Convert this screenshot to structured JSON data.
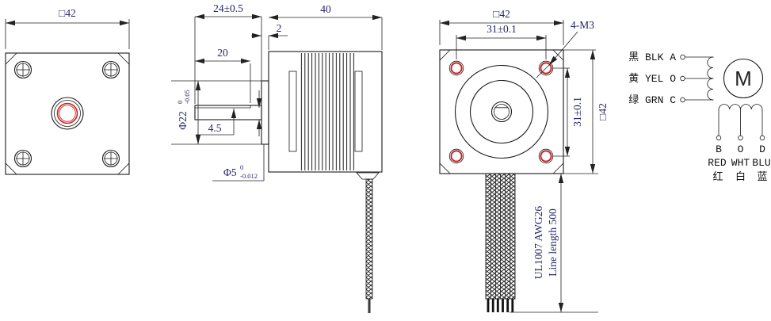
{
  "views": {
    "front": {
      "dim_square": "□42"
    },
    "side": {
      "dim_shaft_length": "24±0.5",
      "dim_body_length": "40",
      "dim_pilot_height": "2",
      "dim_flat_length": "20",
      "dim_flat_depth": "4.5",
      "pilot_dia": {
        "main": "Φ22",
        "sup": "0",
        "sub": "-0.05"
      },
      "shaft_dia": {
        "main": "Φ5",
        "sup": "0",
        "sub": "-0.012"
      }
    },
    "rear": {
      "dim_square_top": "□42",
      "dim_hole_spacing_h": "31±0.1",
      "dim_holes": "4-M3",
      "dim_hole_spacing_v": "31±0.1",
      "dim_square_right": "□42"
    },
    "cable": {
      "wire_spec": "UL1007 AWG26",
      "length_label": "Line length 500"
    }
  },
  "wiring": {
    "motor_symbol": "M",
    "leads_left": [
      {
        "label": "黑 BLK A"
      },
      {
        "label": "黄 YEL O"
      },
      {
        "label": "绿 GRN C"
      }
    ],
    "pins_bottom": [
      "B",
      "O",
      "D"
    ],
    "colors_bottom_en": [
      "RED",
      "WHT",
      "BLU"
    ],
    "colors_bottom_cn": [
      "红",
      "白",
      "蓝"
    ]
  },
  "colors": {
    "line": "#1a1a1a",
    "dim_text": "#26266b",
    "accent_red": "#cc2222",
    "label_text": "#111111"
  }
}
